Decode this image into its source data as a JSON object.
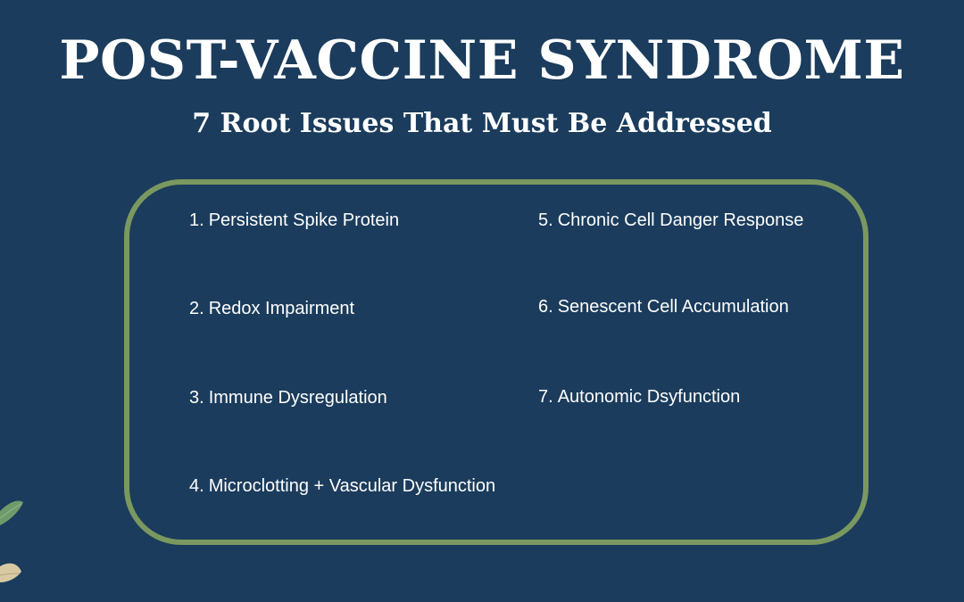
{
  "title": "POST-VACCINE SYNDROME",
  "subtitle": "7 Root Issues That Must Be Addressed",
  "issues": [
    {
      "num": "1.",
      "label": "Persistent Spike Protein"
    },
    {
      "num": "2.",
      "label": "Redox Impairment"
    },
    {
      "num": "3.",
      "label": "Immune Dysregulation"
    },
    {
      "num": "4.",
      "label": "Microclotting + Vascular Dysfunction"
    },
    {
      "num": "5.",
      "label": "Chronic Cell Danger Response"
    },
    {
      "num": "6.",
      "label": "Senescent Cell Accumulation"
    },
    {
      "num": "7.",
      "label": "Autonomic Dsyfunction"
    }
  ],
  "colors": {
    "background": "#1b3c5c",
    "panel_border": "#7a9860",
    "text": "#ffffff"
  }
}
